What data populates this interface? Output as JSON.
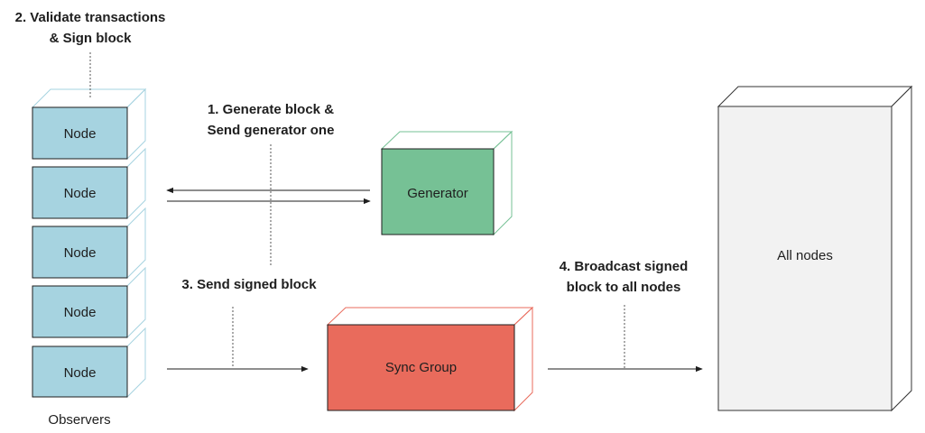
{
  "labels": {
    "step2_line1": "2. Validate transactions",
    "step2_line2": "& Sign block",
    "step1_line1": "1. Generate block &",
    "step1_line2": "Send generator one",
    "step3": "3. Send signed block",
    "step4_line1": "4. Broadcast signed",
    "step4_line2": "block to all nodes",
    "observers": "Observers"
  },
  "nodes": [
    {
      "label": "Node"
    },
    {
      "label": "Node"
    },
    {
      "label": "Node"
    },
    {
      "label": "Node"
    },
    {
      "label": "Node"
    }
  ],
  "generator": {
    "label": "Generator",
    "color": "#76c195"
  },
  "sync_group": {
    "label": "Sync Group",
    "color": "#e96b5c"
  },
  "all_nodes": {
    "label": "All nodes",
    "color": "#f2f2f2"
  },
  "colors": {
    "node_fill": "#a6d3e0",
    "node_edge": "#a6d3e0",
    "generator_edge": "#76c195",
    "sync_edge": "#e96b5c",
    "all_nodes_edge": "#333333"
  }
}
